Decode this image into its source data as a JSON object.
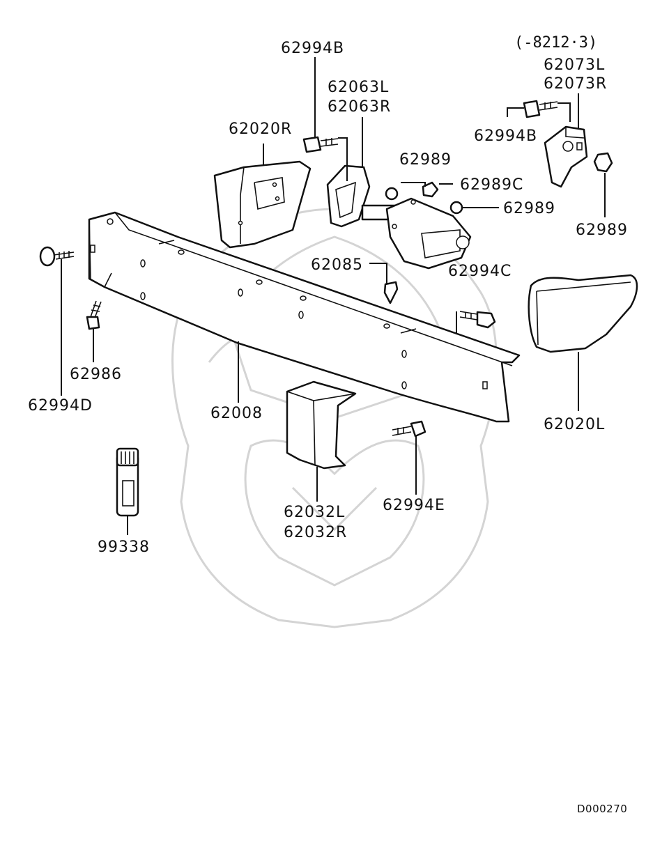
{
  "diagram": {
    "note": "(-8212·3)",
    "code": "D000270",
    "labels": {
      "p62994B_top": "62994B",
      "p62063L": "62063L",
      "p62063R": "62063R",
      "p62020R": "62020R",
      "p62073L": "62073L",
      "p62073R": "62073R",
      "p62994B_right": "62994B",
      "p62989_a": "62989",
      "p62989C": "62989C",
      "p62989_b": "62989",
      "p62989_c": "62989",
      "p62085": "62085",
      "p62994C": "62994C",
      "p62986": "62986",
      "p62994D": "62994D",
      "p62008": "62008",
      "p62020L": "62020L",
      "p62032L": "62032L",
      "p62032R": "62032R",
      "p62994E": "62994E",
      "p99338": "99338"
    }
  }
}
